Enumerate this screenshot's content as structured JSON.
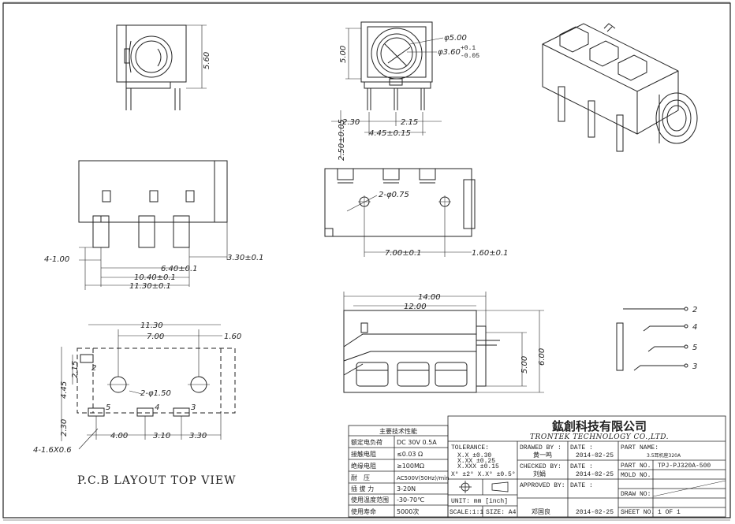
{
  "side_view": {
    "height": "5.60"
  },
  "front_view": {
    "height": "5.00",
    "outer_dia": "φ5.00",
    "inner_dia": "φ3.60",
    "inner_tol": "+0.1",
    "inner_tol2": "-0.05",
    "pin_left": "2.30",
    "pin_mid": "2.15",
    "pin_span": "4.45±0.15",
    "pin_len": "2.50±0.05"
  },
  "pin_view": {
    "pin_width": "4-1.00",
    "offset": "3.30±0.1",
    "d1": "6.40±0.1",
    "d2": "10.40±0.1",
    "d3": "11.30±0.1"
  },
  "bottom_view": {
    "holes": "2-φ0.75",
    "hole_span": "7.00±0.1",
    "edge": "1.60±0.1"
  },
  "top_view": {
    "outer_len": "14.00",
    "inner_len": "12.00",
    "width": "5.00",
    "height": "6.00"
  },
  "pcb": {
    "width": "11.30",
    "hole_span": "7.00",
    "edge": "1.60",
    "v1": "4.45",
    "v2": "2.15",
    "v3": "2.30",
    "h1": "4.00",
    "h2": "3.10",
    "h3": "3.30",
    "holes": "2-φ1.50",
    "pads": "4-1.6X0.6",
    "pin_labels": [
      "2",
      "5",
      "4",
      "3"
    ],
    "caption": "P.C.B LAYOUT TOP VIEW"
  },
  "schematic": {
    "pins": [
      "2",
      "4",
      "5",
      "3"
    ]
  },
  "spec_table": {
    "title": "主要技术性能",
    "rows": [
      [
        "额定电负荷",
        "DC 30V 0.5A"
      ],
      [
        "接触电阻",
        "≤0.03 Ω"
      ],
      [
        "绝缘电阻",
        "≥100MΩ"
      ],
      [
        "耐　压",
        "AC500V(50Hz)/min"
      ],
      [
        "插 拔 力",
        "3-20N"
      ],
      [
        "使用温度范围",
        "-30-70℃"
      ],
      [
        "使用寿命",
        "5000次"
      ]
    ]
  },
  "title_block": {
    "company_cn": "鈜創科技有限公司",
    "company_en": "TRONTEK TECHNOLOGY CO.,LTD.",
    "tolerance": {
      "label": "TOLERANCE:",
      "lines": [
        "X.X  ±0.30",
        "X.XX ±0.25",
        "X.XXX ±0.15"
      ],
      "angle": "X°  ±2°    X.X° ±0.5°"
    },
    "unit": "UNIT: mm [inch]",
    "scale": "SCALE:1:1",
    "size": "SIZE: A4",
    "drawn_by": "DRAWED BY :",
    "drawn_name": "黄一鸣",
    "checked_by": "CHECKED BY:",
    "checked_name": "刘娟",
    "approved_by": "APPROVED BY:",
    "approved_name": "邓国良",
    "date_label": "DATE :",
    "date1": "2014-02-25",
    "date2": "2014-02-25",
    "date3": "2014-02-25",
    "part_name_label": "PART NAME:",
    "part_name": "3.5耳机座320A",
    "part_no_label": "PART NO.",
    "part_no": "TPJ-PJ320A-500",
    "mold_no_label": "MOLD NO.",
    "draw_no_label": "DRAW NO:",
    "sheet_no_label": "SHEET NO.",
    "sheet_no": "1 OF 1"
  }
}
